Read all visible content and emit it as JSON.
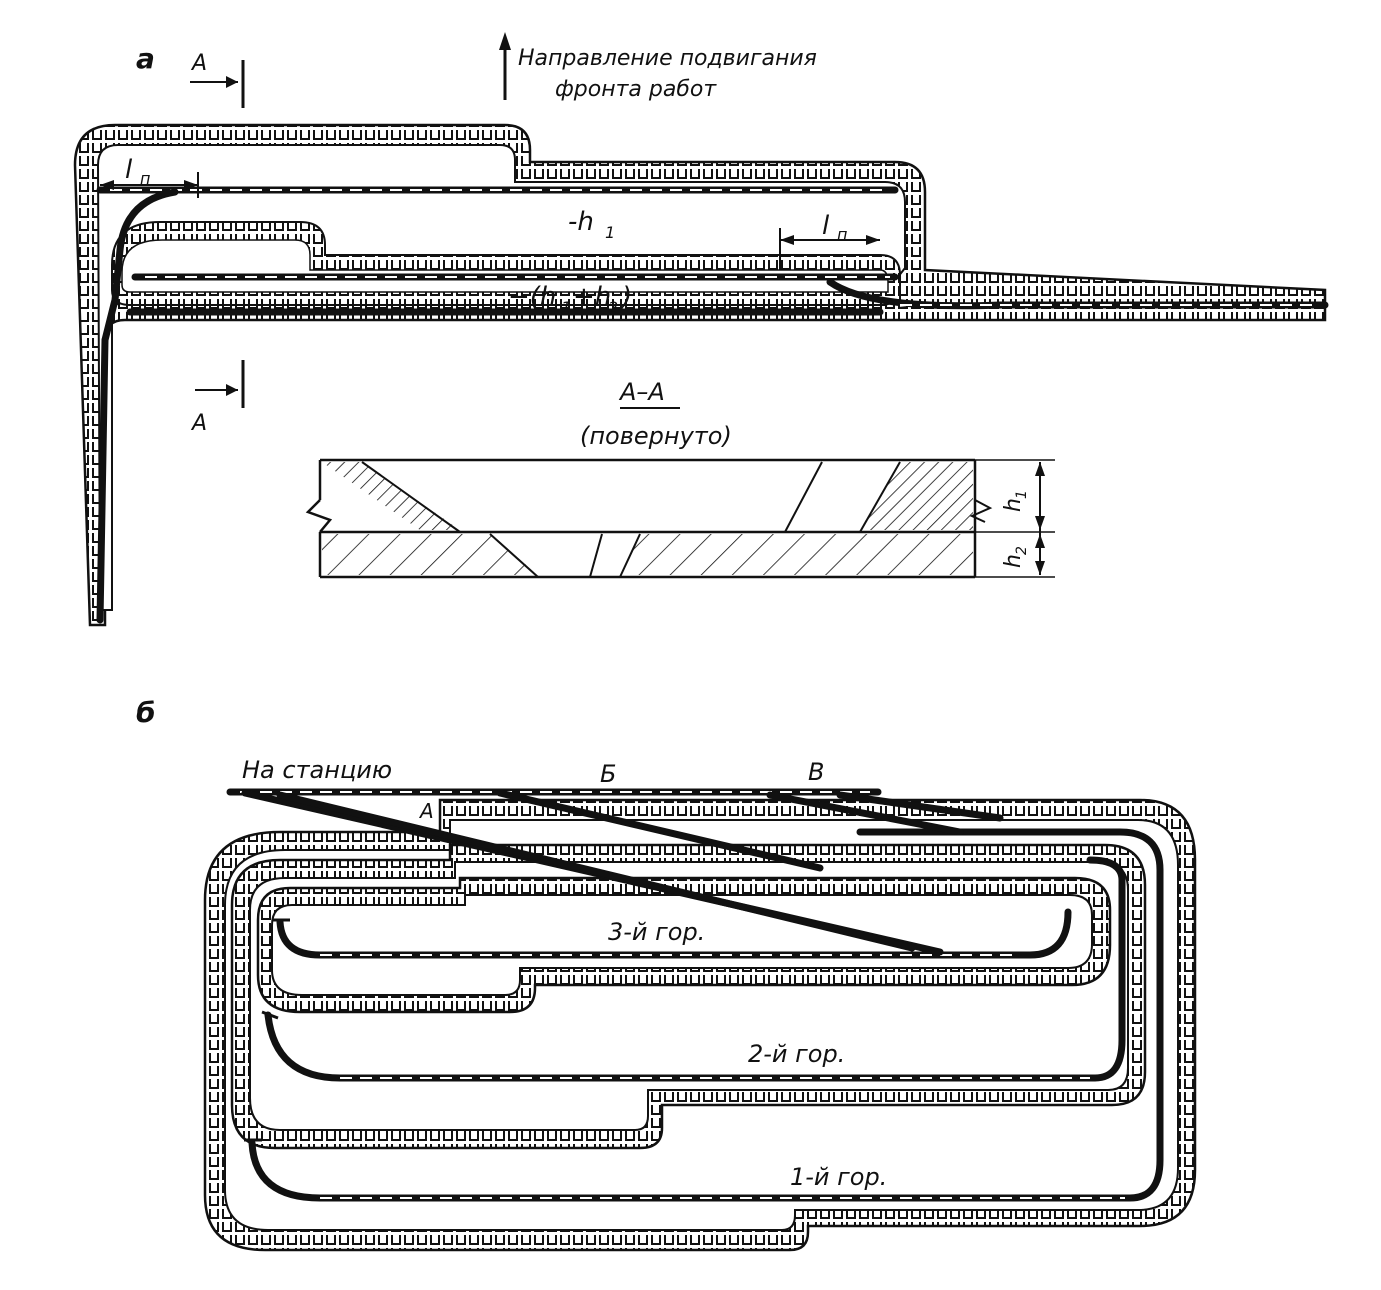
{
  "figure": {
    "panel_a_label": "а",
    "panel_b_label": "б",
    "direction_line1": "Направление подвигания",
    "direction_line2": "фронта работ",
    "section_marker": "А",
    "ln_label": "l",
    "ln_sub": "п",
    "level_h1": "-h",
    "level_h1_sub": "1",
    "level_h1h2": "−(h",
    "level_h1h2_mid": "+h",
    "level_h1h2_sub1": "1",
    "level_h1h2_sub2": "2",
    "level_h1h2_end": ")",
    "section_title": "А–А",
    "section_subtitle": "(повернуто)",
    "h1": "h",
    "h1_sub": "1",
    "h2": "h",
    "h2_sub": "2",
    "to_station": "На станцию",
    "point_a": "А",
    "point_b": "Б",
    "point_v": "В",
    "level3": "3-й гор.",
    "level2": "2-й гор.",
    "level1": "1-й гор."
  },
  "colors": {
    "ink": "#111111",
    "paper": "#ffffff"
  }
}
